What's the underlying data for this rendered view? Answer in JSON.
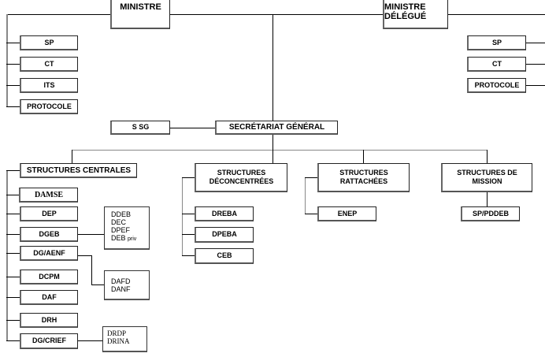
{
  "minister": {
    "label": "MINISTRE",
    "staff": [
      "SP",
      "CT",
      "ITS",
      "PROTOCOLE"
    ]
  },
  "minister_delegate": {
    "label_line1": "MINISTRE",
    "label_line2": "DÉLÉGUÉ",
    "staff": [
      "SP",
      "CT",
      "PROTOCOLE"
    ]
  },
  "ssg": "S SG",
  "sg": "SECRÉTARIAT GÉNÉRAL",
  "central": {
    "label": "STRUCTURES CENTRALES",
    "items": [
      "DAMSE",
      "DEP",
      "DGEB",
      "DG/AENF",
      "DCPM",
      "DAF",
      "DRH",
      "DG/CRIEF"
    ],
    "dgeb_sub": [
      "DDEB",
      "DEC",
      "DPEF",
      "DEB"
    ],
    "dgeb_sub_suffix": "priv",
    "aenf_sub": [
      "DAFD",
      "DANF"
    ],
    "crief_sub": [
      "DRDP",
      "DRINA"
    ]
  },
  "deconcentrated": {
    "label_line1": "STRUCTURES",
    "label_line2": "DÉCONCENTRÉES",
    "items": [
      "DREBA",
      "DPEBA",
      "CEB"
    ]
  },
  "attached": {
    "label_line1": "STRUCTURES",
    "label_line2": "RATTACHÉES",
    "items": [
      "ENEP"
    ]
  },
  "mission": {
    "label_line1": "STRUCTURES DE",
    "label_line2": "MISSION",
    "items": [
      "SP/PDDEB"
    ]
  }
}
